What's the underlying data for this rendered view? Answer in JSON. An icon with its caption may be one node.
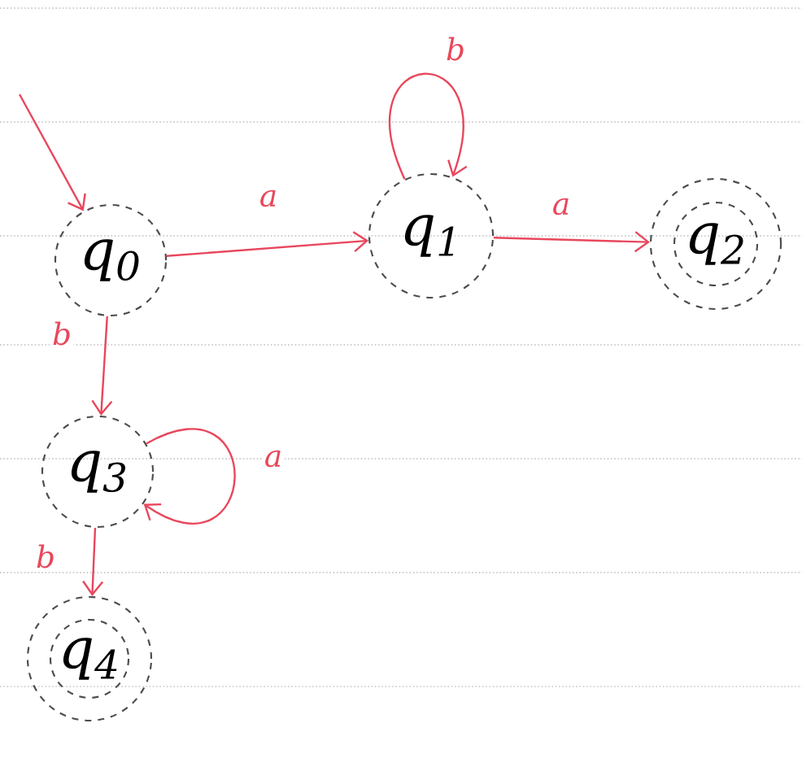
{
  "diagram": {
    "nodes": [
      {
        "text": [
          "q$_{0}$"
        ]
      },
      {
        "text": [
          "q$_{1}$"
        ]
      },
      {
        "text": [
          "q$_{2}$"
        ]
      },
      {
        "text": [
          "q$_{3}$"
        ]
      },
      {
        "text": [
          "q$_{4}$"
        ]
      }
    ],
    "edges": [
      {
        "from": null,
        "to": 0,
        "arrow": "to"
      },
      {
        "from": 0,
        "to": 1,
        "arrow": "to",
        "label": "a"
      },
      {
        "from": 1,
        "to": 1,
        "arrow": "to",
        "label": "b"
      },
      {
        "from": 1,
        "to": 2,
        "arrow": "to",
        "label": "a"
      },
      {
        "from": 0,
        "to": 3,
        "arrow": "to",
        "label": "b"
      },
      {
        "from": 3,
        "to": 3,
        "arrow": "to",
        "label": "a"
      },
      {
        "from": 3,
        "to": 4,
        "arrow": "to",
        "label": "b"
      }
    ]
  }
}
